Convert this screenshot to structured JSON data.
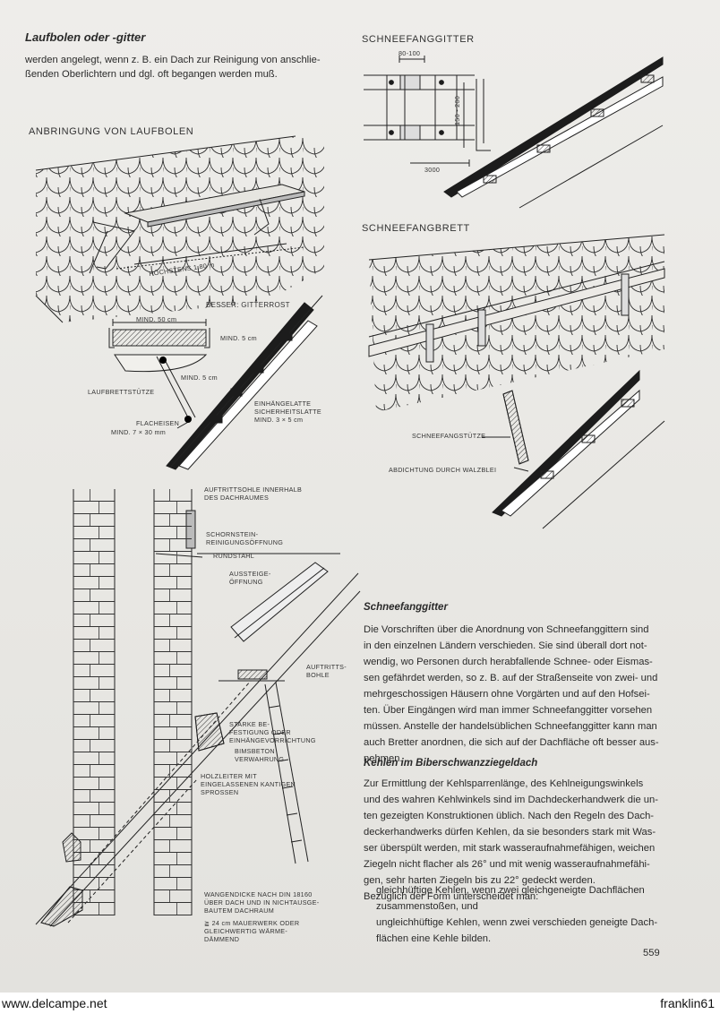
{
  "intro": {
    "title": "Laufbolen oder -gitter",
    "text_line1": "werden angelegt, wenn z. B. ein Dach zur Reinigung von anschlie-",
    "text_line2": "ßenden Oberlichtern und dgl. oft begangen werden muß."
  },
  "fig_laufbolen": {
    "heading": "ANBRINGUNG VON LAUFBOLEN",
    "hoechstens": "HÖCHSTENS 1,80 m",
    "besser": "BESSER: GITTERROST",
    "mind50": "MIND. 50 cm",
    "mind5_a": "MIND. 5 cm",
    "mind5_b": "MIND. 5 cm",
    "stuetze": "LAUFBRETTSTÜTZE",
    "flacheisen_1": "FLACHEISEN",
    "flacheisen_2": "MIND. 7 × 30 mm",
    "einhang_1": "EINHÄNGELATTE",
    "einhang_2": "SICHERHEITSLATTE",
    "einhang_3": "MIND. 3 × 5 cm"
  },
  "fig_gitter": {
    "heading": "SCHNEEFANGGITTER",
    "dim_top": "80-100",
    "dim_side": "150 - 200",
    "dim_bottom": "3000"
  },
  "fig_brett": {
    "heading": "SCHNEEFANGBRETT",
    "stuetze": "SCHNEEFANGSTÜTZE",
    "abdichtung": "ABDICHTUNG DURCH WALZBLEI"
  },
  "fig_schorn": {
    "auftritt_1": "AUFTRITTSOHLE INNERHALB",
    "auftritt_2": "DES DACHRAUMES",
    "reinig_1": "SCHORNSTEIN-",
    "reinig_2": "REINIGUNGSÖFFNUNG",
    "rundstahl": "RUNDSTAHL",
    "ausstieg_1": "AUSSTEIGE-",
    "ausstieg_2": "ÖFFNUNG",
    "bohle_1": "AUFTRITTS-",
    "bohle_2": "BOHLE",
    "starke_1": "STARKE BE-",
    "starke_2": "FESTIGUNG ODER",
    "starke_3": "EINHÄNGEVORRICHTUNG",
    "bims_1": "BIMSBETON",
    "bims_2": "VERWAHRUNG",
    "leiter_1": "HOLZLEITER MIT",
    "leiter_2": "EINGELASSENEN KANTIGEN",
    "leiter_3": "SPROSSEN",
    "wange_1": "WANGENDICKE NACH DIN 18160",
    "wange_2": "ÜBER DACH UND IN NICHTAUSGE-",
    "wange_3": "BAUTEM DACHRAUM",
    "mauer_1": "≧ 24 cm MAUERWERK ODER",
    "mauer_2": "GLEICHWERTIG WÄRME-",
    "mauer_3": "DÄMMEND"
  },
  "schneefang": {
    "title": "Schneefanggitter",
    "lines": [
      "Die Vorschriften über die Anordnung von Schneefanggittern sind",
      "in den einzelnen Ländern verschieden. Sie sind überall dort not-",
      "wendig, wo Personen durch herabfallende Schnee- oder Eismas-",
      "sen gefährdet werden, so z. B. auf der Straßenseite von zwei- und",
      "mehrgeschossigen Häusern ohne Vorgärten und auf den Hofsei-",
      "ten. Über Eingängen wird man immer Schneefanggitter vorsehen",
      "müssen. Anstelle der handelsüblichen Schneefanggitter kann man",
      "auch Bretter anordnen, die sich auf der Dachfläche oft besser aus-",
      "nehmen."
    ]
  },
  "kehlen": {
    "title": "Kehlen im Biberschwanzziegeldach",
    "lines": [
      "Zur Ermittlung der Kehlsparrenlänge, des Kehlneigungswinkels",
      "und des wahren Kehlwinkels sind im Dachdeckerhandwerk die un-",
      "ten gezeigten Konstruktionen üblich. Nach den Regeln des Dach-",
      "deckerhandwerks dürfen Kehlen, da sie besonders stark mit Was-",
      "ser überspült werden, mit stark wasseraufnahmefähigen, weichen",
      "Ziegeln nicht flacher als 26° und mit wenig wasseraufnahmefähi-",
      "gen, sehr harten Ziegeln bis zu 22° gedeckt werden.",
      "Bezüglich der Form unterscheidet man:"
    ],
    "indent_lines": [
      "gleichhüftige Kehlen, wenn zwei gleichgeneigte Dachflächen",
      "zusammenstoßen, und",
      "ungleichhüftige Kehlen, wenn zwei verschieden geneigte Dach-",
      "flächen eine Kehle bilden."
    ]
  },
  "page_number": "559",
  "footer": {
    "left": "www.delcampe.net",
    "right": "franklin61"
  }
}
